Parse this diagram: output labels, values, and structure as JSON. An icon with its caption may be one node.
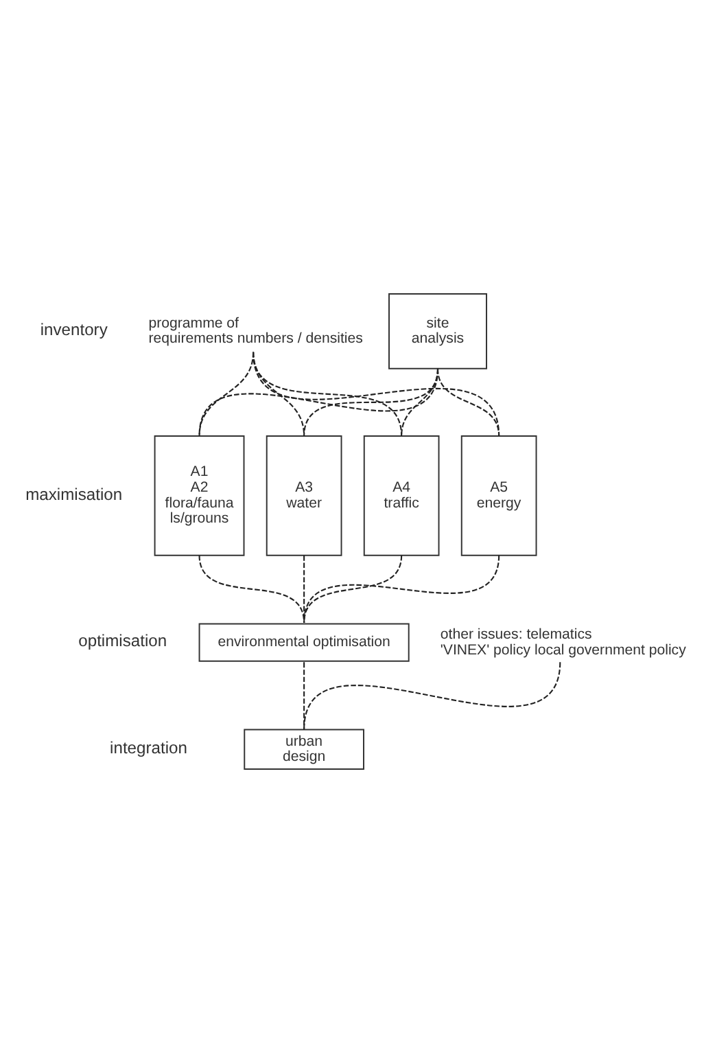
{
  "diagram": {
    "nodes": [
      {
        "text": [
          "programme of requirements numbers / densities"
        ]
      },
      {
        "text": [
          "site analysis"
        ]
      },
      {
        "text": [
          "A1",
          "A2",
          "flora/fauna",
          "ls/grouns"
        ]
      },
      {
        "text": [
          "A3",
          "water"
        ]
      },
      {
        "text": [
          "A4",
          "traffic"
        ]
      },
      {
        "text": [
          "A5",
          "energy"
        ]
      },
      {
        "text": [
          "environmental optimisation"
        ]
      },
      {
        "text": [
          "other issues: telematics 'VINEX' policy local government policy"
        ]
      },
      {
        "text": [
          "urban design"
        ]
      }
    ],
    "edges": [
      {
        "from": 0,
        "to": 2,
        "arrow": "none",
        "style": "dashed"
      },
      {
        "from": 0,
        "to": 3,
        "arrow": "none",
        "style": "dashed"
      },
      {
        "from": 0,
        "to": 4,
        "arrow": "none",
        "style": "dashed"
      },
      {
        "from": 0,
        "to": 5,
        "arrow": "none",
        "style": "dashed"
      },
      {
        "from": 1,
        "to": 2,
        "arrow": "none",
        "style": "dashed"
      },
      {
        "from": 1,
        "to": 3,
        "arrow": "none",
        "style": "dashed"
      },
      {
        "from": 1,
        "to": 4,
        "arrow": "none",
        "style": "dashed"
      },
      {
        "from": 1,
        "to": 5,
        "arrow": "none",
        "style": "dashed"
      },
      {
        "from": 2,
        "to": 6,
        "arrow": "none",
        "style": "dashed"
      },
      {
        "from": 3,
        "to": 6,
        "arrow": "none",
        "style": "dashed"
      },
      {
        "from": 4,
        "to": 6,
        "arrow": "none",
        "style": "dashed"
      },
      {
        "from": 5,
        "to": 6,
        "arrow": "none",
        "style": "dashed"
      },
      {
        "from": 6,
        "to": 8,
        "arrow": "none",
        "style": "dashed"
      },
      {
        "from": 7,
        "to": 8,
        "arrow": "none",
        "style": "dashed"
      }
    ],
    "labels": [
      "inventory",
      "maximisation",
      "optimisation",
      "integration"
    ]
  }
}
